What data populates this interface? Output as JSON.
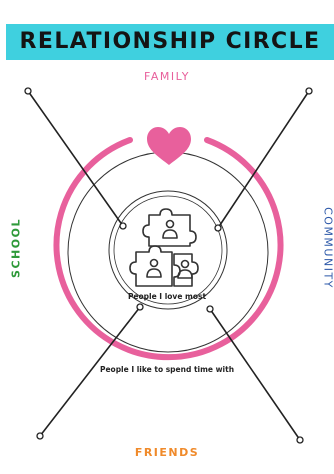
{
  "title": "RELATIONSHIP CIRCLE",
  "labels": {
    "top": "FAMILY",
    "left": "SCHOOL",
    "right": "COMMUNITY",
    "bottom": "FRIENDS"
  },
  "circles": {
    "inner": "People I love most",
    "outer": "People I like to spend time with"
  },
  "icons": {
    "heart": "heart-icon",
    "puzzle": "puzzle-people-icon"
  },
  "colors": {
    "header": "#3fd0df",
    "family": "#e8609c",
    "school": "#2f9a3a",
    "community": "#2b57a8",
    "friends": "#f08a2a",
    "ring": "#e8609c"
  }
}
